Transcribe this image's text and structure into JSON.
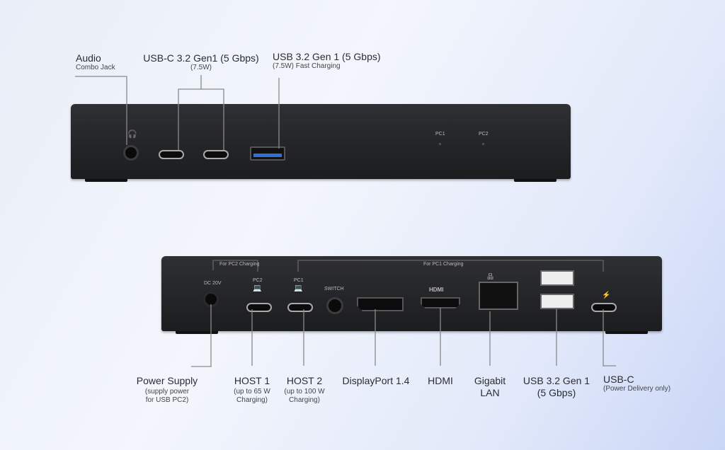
{
  "top": {
    "audio": {
      "title": "Audio",
      "sub": "Combo Jack"
    },
    "usbc": {
      "title": "USB-C 3.2 Gen1 (5 Gbps)",
      "sub": "(7.5W)"
    },
    "usba": {
      "title": "USB 3.2 Gen 1 (5 Gbps)",
      "sub": "(7.5W) Fast Charging"
    },
    "led_pc1": "PC1",
    "led_pc2": "PC2"
  },
  "bottom": {
    "pc2_charging": "For PC2 Charging",
    "pc1_charging": "For PC1 Charging",
    "dc": "DC 20V",
    "pc2": "PC2",
    "pc1": "PC1",
    "switch": "SWITCH",
    "hdmi_logo": "HDMI",
    "labels": [
      {
        "title": "Power Supply",
        "sub": "(supply power for USB PC2)"
      },
      {
        "title": "HOST 1",
        "sub": "(up to 65 W Charging)"
      },
      {
        "title": "HOST 2",
        "sub": "(up to 100 W Charging)"
      },
      {
        "title": "DisplayPort 1.4",
        "sub": ""
      },
      {
        "title": "HDMI",
        "sub": ""
      },
      {
        "title": "Gigabit LAN",
        "sub": ""
      },
      {
        "title": "USB 3.2 Gen 1 (5 Gbps)",
        "sub": ""
      },
      {
        "title": "USB-C",
        "sub": "(Power Delivery only)"
      }
    ]
  },
  "colors": {
    "device": "#242528",
    "usb_blue": "#2f6fd6",
    "line": "#8a8a8a"
  }
}
